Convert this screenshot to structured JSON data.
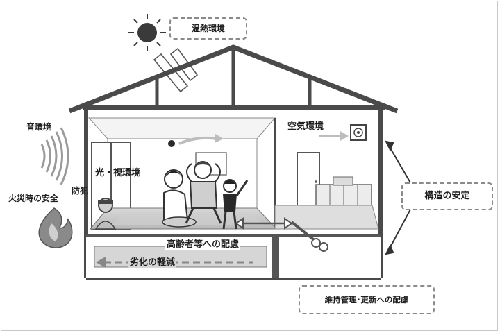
{
  "labels": {
    "thermal_environment": "温熱環境",
    "sound_environment": "音環境",
    "crime_prevention": "防犯",
    "light_visual_environment": "光・視環境",
    "fire_safety": "火災時の安全",
    "air_environment": "空気環境",
    "structural_stability": "構造の安定",
    "elderly_consideration": "高齢者等への配慮",
    "deterioration_reduction": "劣化の軽減",
    "maintenance_consideration": "維持管理･更新への配慮"
  },
  "icons": [
    "sun-icon",
    "sound-waves-icon",
    "flame-icon",
    "ventilation-fan-icon",
    "burglar-icon"
  ],
  "colors": {
    "line": "#4a4a4a",
    "dark": "#2a2a2a",
    "mid": "#9a9a9a",
    "light": "#dcdcdc",
    "arrow_light": "#bdbdbd"
  }
}
